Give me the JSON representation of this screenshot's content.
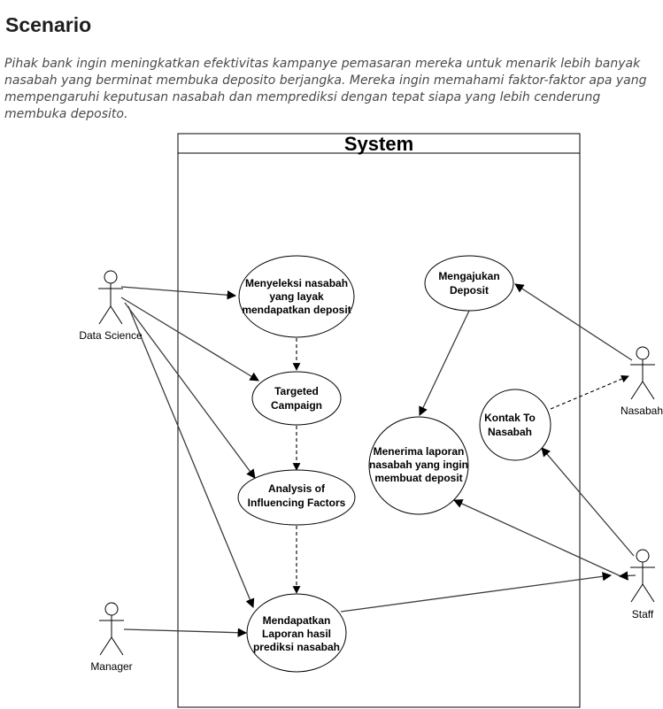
{
  "header": {
    "title": "Scenario",
    "description": "Pihak bank ingin meningkatkan efektivitas kampanye pemasaran mereka untuk menarik lebih banyak nasabah yang berminat membuka deposito berjangka. Mereka ingin memahami faktor-faktor apa yang mempengaruhi keputusan nasabah dan memprediksi dengan tepat siapa yang lebih cenderung membuka deposito."
  },
  "diagram": {
    "system_title": "System",
    "actors": {
      "data_science": "Data Science",
      "manager": "Manager",
      "nasabah": "Nasabah",
      "staff": "Staff"
    },
    "use_cases": {
      "seleksi": [
        "Menyeleksi nasabah",
        "yang layak",
        "mendapatkan deposit"
      ],
      "targeted": [
        "Targeted",
        "Campaign"
      ],
      "analysis": [
        "Analysis of",
        "Influencing Factors"
      ],
      "laporan_prediksi": [
        "Mendapatkan",
        "Laporan hasil",
        "prediksi nasabah"
      ],
      "mengajukan": [
        "Mengajukan",
        "Deposit"
      ],
      "kontak": [
        "Kontak To",
        "Nasabah"
      ],
      "menerima": [
        "Menerima laporan",
        "nasabah yang ingin",
        "membuat deposit"
      ]
    }
  }
}
